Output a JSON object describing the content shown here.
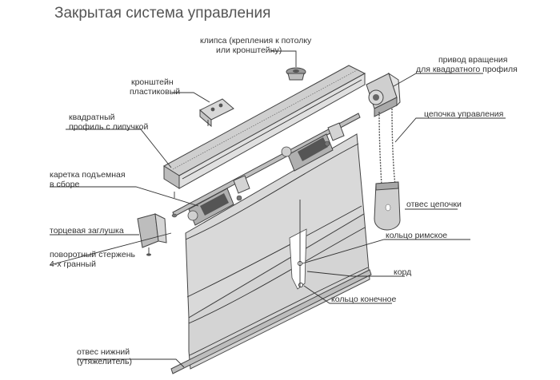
{
  "title": "Закрытая система управления",
  "labels": {
    "clip": [
      "клипса (крепления к потолку",
      "или кронштейну)"
    ],
    "bracket": [
      "кронштейн",
      "пластиковый"
    ],
    "profile": [
      "квадратный",
      "профиль с липучкой"
    ],
    "drive": [
      "привод вращения",
      "для квадратного профиля"
    ],
    "chain": [
      "цепочка управления"
    ],
    "carriage": [
      "каретка подъемная",
      "в сборе"
    ],
    "chain_weight": [
      "отвес цепочки"
    ],
    "end_cap": [
      "торцевая заглушка"
    ],
    "roman_ring": [
      "кольцо римское"
    ],
    "rod": [
      "поворотный стержень",
      "4-х гранный"
    ],
    "cord": [
      "корд"
    ],
    "end_ring": [
      "кольцо конечное"
    ],
    "bottom_weight": [
      "отвес нижний",
      "(утяжелитель)"
    ]
  },
  "colors": {
    "fabric": "#d9d9d9",
    "metal": "#c8c8c8",
    "dark": "#555555",
    "line": "#333333"
  }
}
